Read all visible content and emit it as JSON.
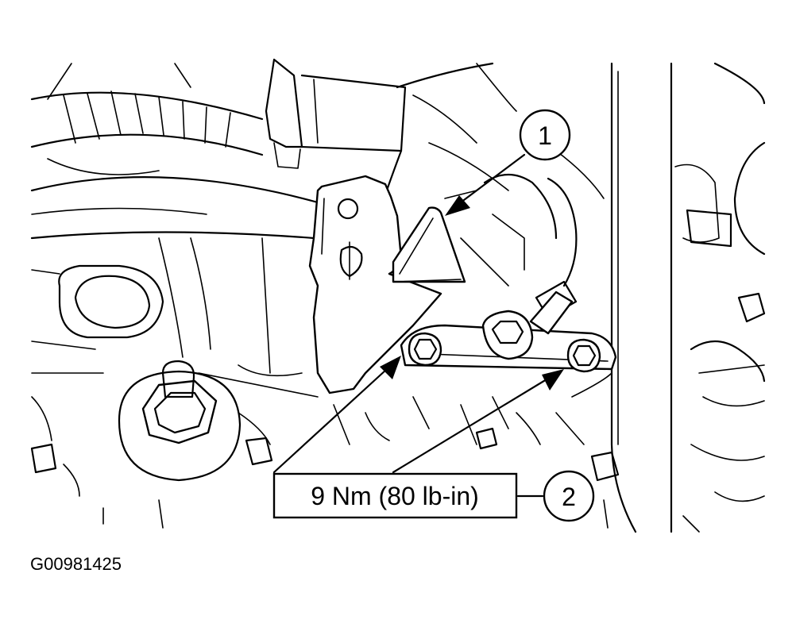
{
  "figure_id": "G00981425",
  "callouts": [
    {
      "number": "1"
    },
    {
      "number": "2"
    }
  ],
  "torque_label": "9 Nm (80 lb-in)"
}
